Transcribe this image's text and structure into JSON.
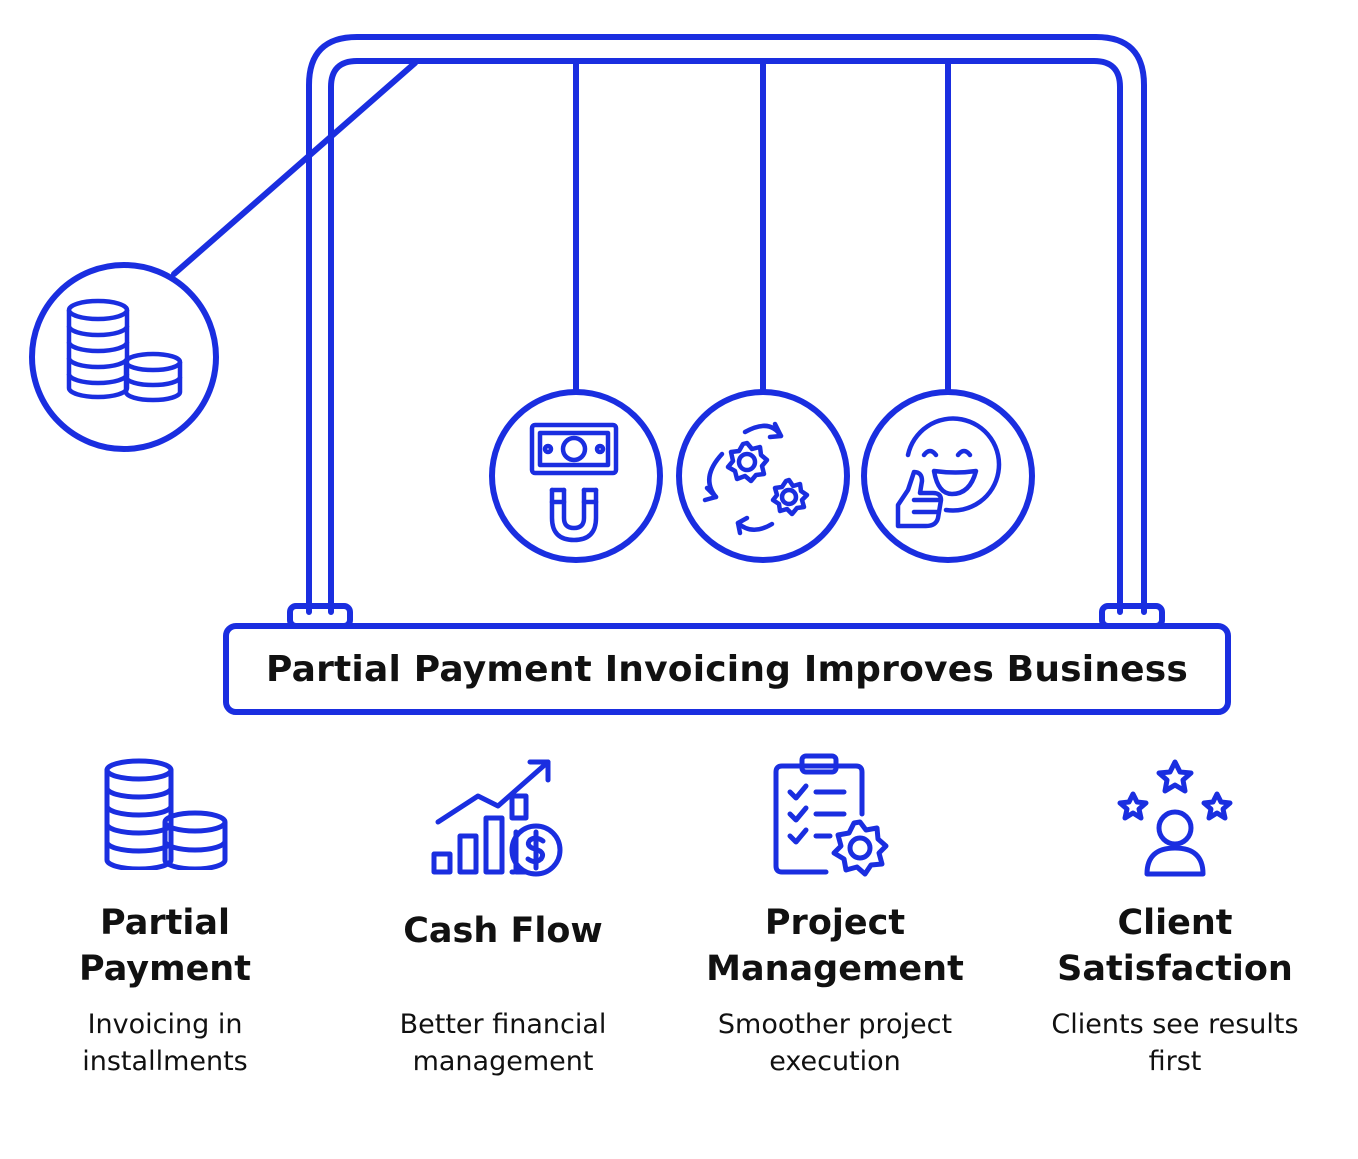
{
  "accent_color": "#1a2ee0",
  "diagram": {
    "base_label": "Partial Payment Invoicing Improves Business",
    "swinging_ball": {
      "icon": "coin-stacks-icon"
    },
    "hanging_balls": [
      {
        "icon": "money-magnet-icon"
      },
      {
        "icon": "gears-cycle-icon"
      },
      {
        "icon": "happy-thumbs-up-icon"
      }
    ]
  },
  "benefits": [
    {
      "icon": "coin-stacks-icon",
      "title_lines": [
        "Partial",
        "Payment"
      ],
      "desc_lines": [
        "Invoicing in",
        "installments"
      ]
    },
    {
      "icon": "cash-flow-chart-icon",
      "title_lines": [
        "Cash Flow"
      ],
      "desc_lines": [
        "Better financial",
        "management"
      ]
    },
    {
      "icon": "clipboard-gear-icon",
      "title_lines": [
        "Project",
        "Management"
      ],
      "desc_lines": [
        "Smoother project",
        "execution"
      ]
    },
    {
      "icon": "client-stars-icon",
      "title_lines": [
        "Client",
        "Satisfaction"
      ],
      "desc_lines": [
        "Clients see results",
        "first"
      ]
    }
  ]
}
